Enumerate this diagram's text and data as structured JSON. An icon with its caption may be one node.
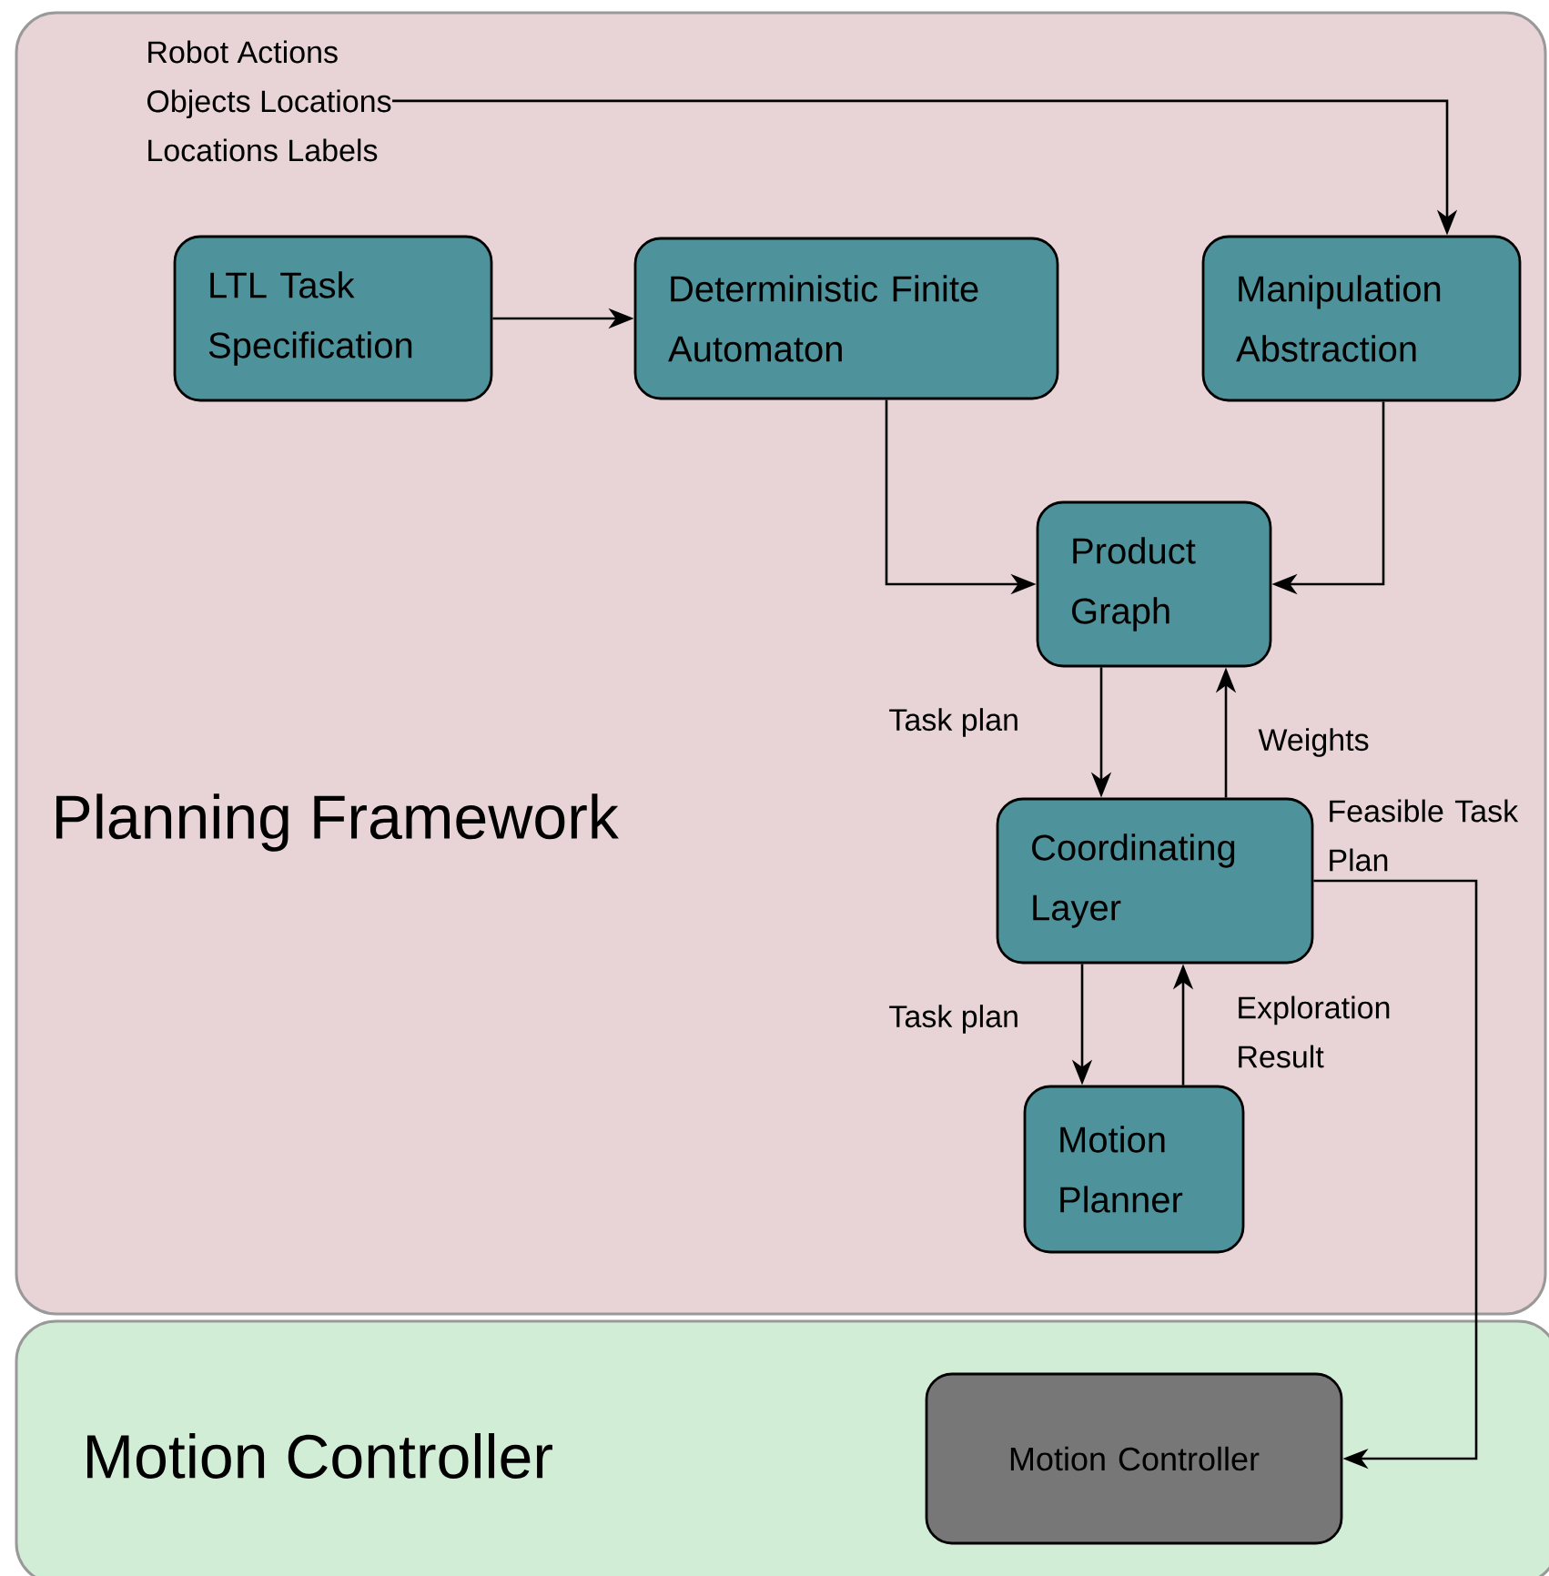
{
  "diagram": {
    "nodes": [
      {
        "text": [
          "Planning Framework"
        ]
      },
      {
        "text": [
          "Robot Actions",
          "Objects Locations",
          "Locations Labels"
        ],
        "in": 0
      },
      {
        "text": [
          "LTL Task Specification"
        ],
        "in": 0
      },
      {
        "text": [
          "Deterministic Finite Automaton"
        ],
        "in": 0
      },
      {
        "text": [
          "Manipulation Abstraction"
        ],
        "in": 0
      },
      {
        "text": [
          "Product Graph"
        ],
        "in": 0
      },
      {
        "text": [
          "Coordinating Layer"
        ],
        "in": 0
      },
      {
        "text": [
          "Motion Planner"
        ],
        "in": 0
      },
      {
        "text": [
          "Motion Controller"
        ]
      },
      {
        "text": [
          "Motion Controller"
        ],
        "in": 8
      }
    ],
    "edges": [
      {
        "from": 1,
        "to": 4,
        "arrow": "to"
      },
      {
        "from": 2,
        "to": 3,
        "arrow": "to"
      },
      {
        "from": 3,
        "to": 5,
        "arrow": "to"
      },
      {
        "from": 4,
        "to": 5,
        "arrow": "to"
      },
      {
        "from": 5,
        "to": 6,
        "arrow": "to",
        "label": "Task plan"
      },
      {
        "from": 6,
        "to": 5,
        "arrow": "to",
        "label": "Weights"
      },
      {
        "from": 6,
        "to": 7,
        "arrow": "to",
        "label": "Task plan"
      },
      {
        "from": 7,
        "to": 6,
        "arrow": "to",
        "label": "Exploration Result"
      },
      {
        "from": 6,
        "to": 9,
        "arrow": "to",
        "label": "Feasible Task Plan"
      }
    ]
  }
}
